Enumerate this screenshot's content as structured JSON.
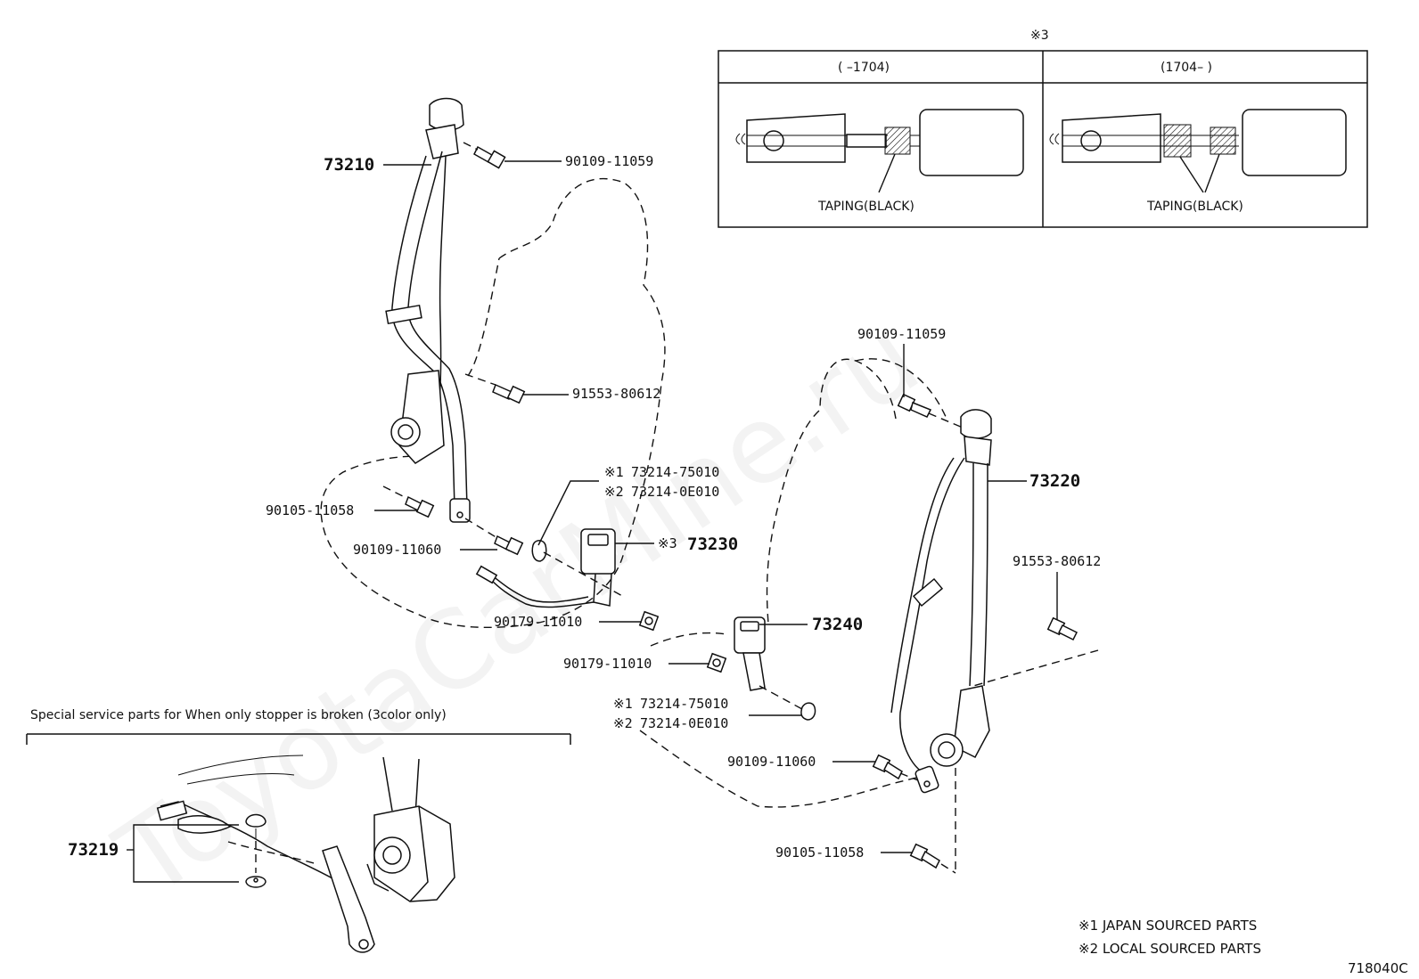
{
  "parts": {
    "p73210": "73210",
    "p73220": "73220",
    "p73230": "73230",
    "p73240": "73240",
    "p73219": "73219",
    "left_bolt_top": "90109-11059",
    "left_bolt_mid": "91553-80612",
    "left_bolt_lower": "90105-11058",
    "left_bolt_anchor": "90109-11060",
    "left_nut": "90179-11010",
    "left_washer_jp": "73214-75010",
    "left_washer_local": "73214-0E010",
    "right_bolt_top": "90109-11059",
    "right_bolt_mid": "91553-80612",
    "right_nut": "90179-11010",
    "right_washer_jp": "73214-75010",
    "right_washer_local": "73214-0E010",
    "right_bolt_anchor": "90109-11060",
    "right_bolt_lower": "90105-11058"
  },
  "marks": {
    "m1": "※1",
    "m2": "※2",
    "m3": "※3"
  },
  "detail": {
    "mark": "※3",
    "col_left": "(    –1704)",
    "col_right": "(1704–    )",
    "taping_left": "TAPING(BLACK)",
    "taping_right": "TAPING(BLACK)"
  },
  "special": {
    "title": "Special service parts for When only stopper is broken (3color only)"
  },
  "legend": {
    "item1": "※1  JAPAN SOURCED PARTS",
    "item2": "※2  LOCAL SOURCED PARTS"
  },
  "diagram_code": "718040C",
  "watermark": "ToyotaCarMine.ru"
}
